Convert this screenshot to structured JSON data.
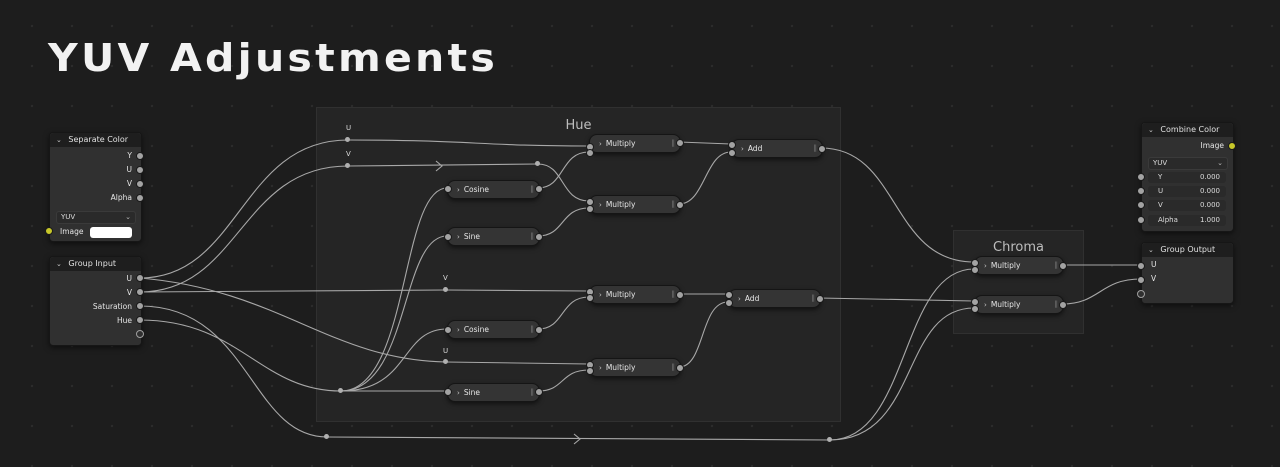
{
  "title": "YUV Adjustments",
  "frames": {
    "hue": {
      "label": "Hue"
    },
    "chroma": {
      "label": "Chroma"
    }
  },
  "separate_color": {
    "title": "Separate Color",
    "outputs": [
      "Y",
      "U",
      "V",
      "Alpha"
    ],
    "mode": "YUV",
    "input_label": "Image"
  },
  "group_input": {
    "title": "Group Input",
    "outputs": [
      "U",
      "V",
      "Saturation",
      "Hue"
    ]
  },
  "combine_color": {
    "title": "Combine Color",
    "output_label": "Image",
    "mode": "YUV",
    "fields": [
      {
        "label": "Y",
        "value": "0.000"
      },
      {
        "label": "U",
        "value": "0.000"
      },
      {
        "label": "V",
        "value": "0.000"
      },
      {
        "label": "Alpha",
        "value": "1.000"
      }
    ]
  },
  "group_output": {
    "title": "Group Output",
    "inputs": [
      "U",
      "V"
    ]
  },
  "ops": {
    "multiply": "Multiply",
    "add": "Add",
    "cosine": "Cosine",
    "sine": "Sine"
  },
  "reroute_labels": {
    "u_top": "U",
    "v_top": "V",
    "v_mid": "V",
    "u_mid": "U"
  },
  "icons": {
    "collapse": "chevron-down-icon",
    "expand": "chevron-right-icon",
    "grip": "grip-icon"
  },
  "colors": {
    "background": "#1d1d1d",
    "node_body": "#303030",
    "link": "#a8a8a8",
    "image_socket": "#c7c729"
  }
}
